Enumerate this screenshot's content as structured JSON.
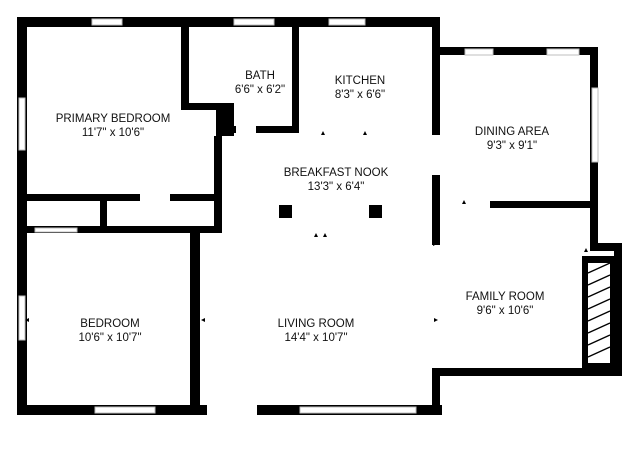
{
  "rooms": {
    "primary_bedroom": {
      "name": "PRIMARY BEDROOM",
      "dims": "11'7\" x 10'6\""
    },
    "bath": {
      "name": "BATH",
      "dims": "6'6\" x 6'2\""
    },
    "kitchen": {
      "name": "KITCHEN",
      "dims": "8'3\" x 6'6\""
    },
    "dining_area": {
      "name": "DINING AREA",
      "dims": "9'3\" x 9'1\""
    },
    "breakfast_nook": {
      "name": "BREAKFAST NOOK",
      "dims": "13'3\" x 6'4\""
    },
    "bedroom": {
      "name": "BEDROOM",
      "dims": "10'6\" x 10'7\""
    },
    "living_room": {
      "name": "LIVING ROOM",
      "dims": "14'4\" x 10'7\""
    },
    "family_room": {
      "name": "FAMILY ROOM",
      "dims": "9'6\" x 10'6\""
    }
  },
  "colors": {
    "wall": "#000000",
    "window": "#bfbfbf",
    "background": "#ffffff"
  }
}
